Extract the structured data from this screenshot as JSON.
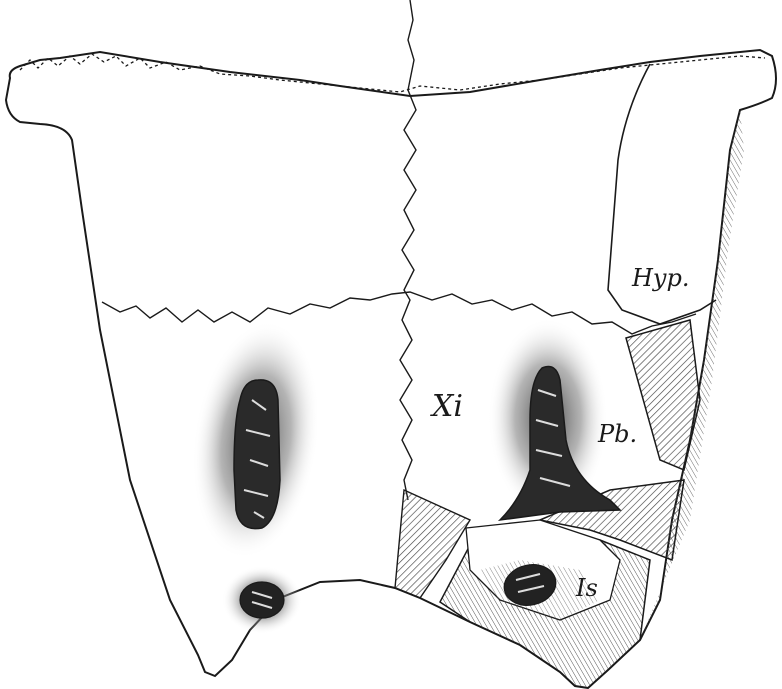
{
  "figure": {
    "labels": {
      "hyp": "Hyp.",
      "xi": "Xi",
      "pb": "Pb.",
      "is": "Is"
    },
    "colors": {
      "ink": "#1a1a1a",
      "paper": "#ffffff",
      "shade": "#555555"
    }
  }
}
